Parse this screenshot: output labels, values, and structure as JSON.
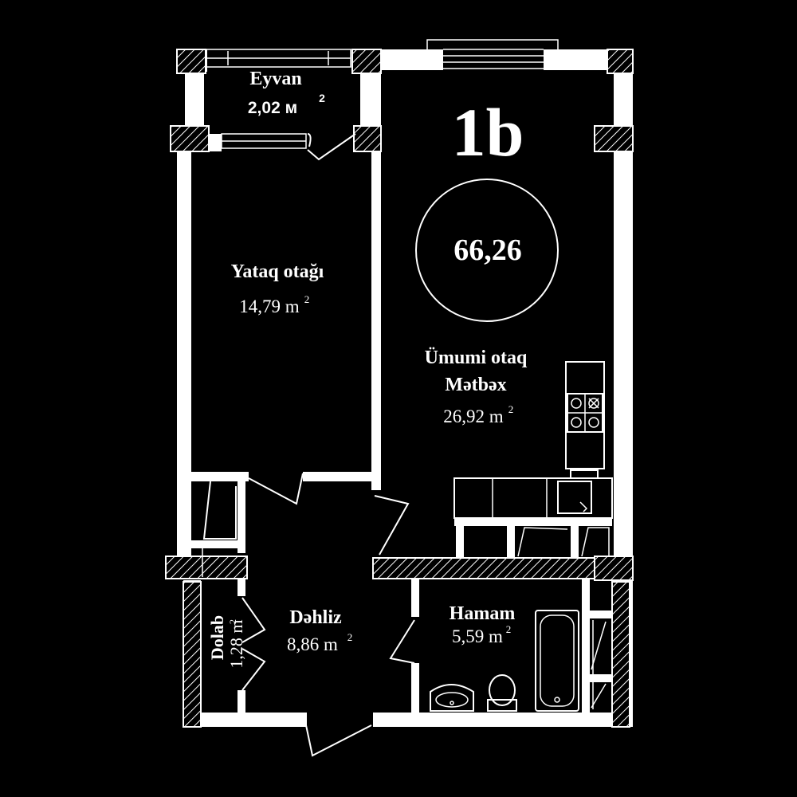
{
  "plan": {
    "unit_code": "1b",
    "total_area": "66,26",
    "rooms": {
      "balcony": {
        "name": "Eyvan",
        "area": "2,02 м",
        "sup": "2"
      },
      "bedroom": {
        "name": "Yataq otağı",
        "area": "14,79 m",
        "sup": "2"
      },
      "living": {
        "name1": "Ümumi otaq",
        "name2": "Mətbəx",
        "area": "26,92 m",
        "sup": "2"
      },
      "hall": {
        "name": "Dəhliz",
        "area": "8,86 m",
        "sup": "2"
      },
      "bath": {
        "name": "Hamam",
        "area": "5,59 m",
        "sup": "2"
      },
      "closet": {
        "name": "Dolab",
        "area": "1,28 m",
        "sup": "2"
      }
    },
    "colors": {
      "background": "#000000",
      "lines": "#ffffff"
    }
  }
}
